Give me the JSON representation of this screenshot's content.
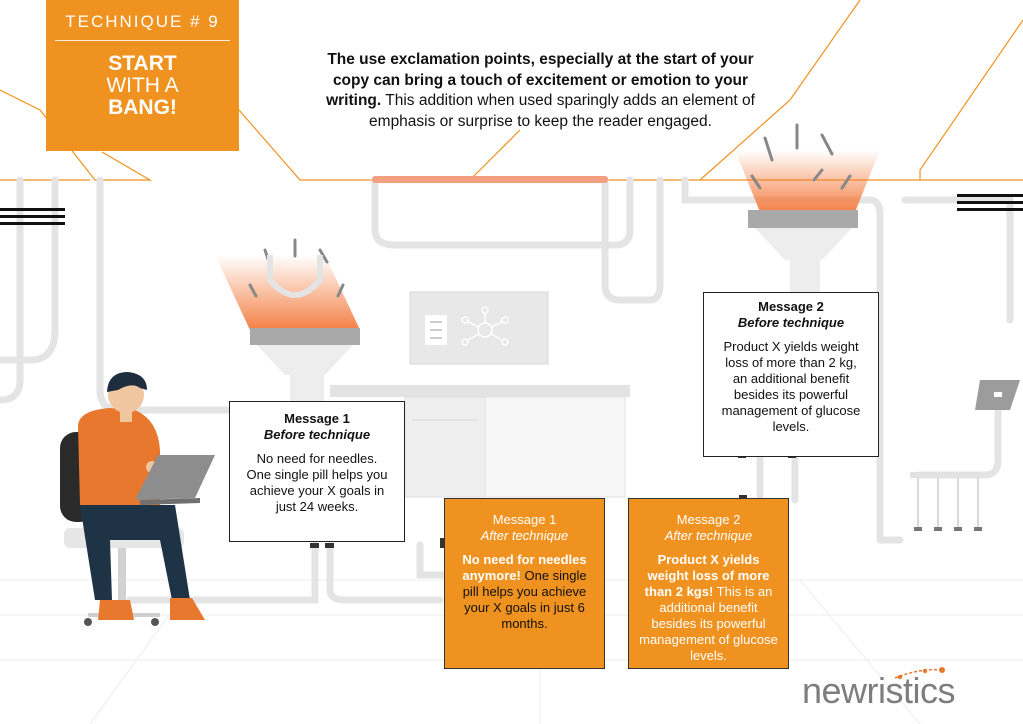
{
  "badge": {
    "technique": "TECHNIQUE # 9",
    "line1": "START",
    "line2": "WITH A",
    "line3": "BANG!"
  },
  "intro": {
    "bold": "The use exclamation points, especially at the start of your copy can bring a touch of excitement or emotion to your writing.",
    "rest": " This addition when used sparingly adds an element of emphasis or surprise to keep the reader engaged."
  },
  "message1_before": {
    "title": "Message 1",
    "subtitle": "Before technique",
    "body": "No need for needles. One single pill helps you achieve your X goals in just 24 weeks."
  },
  "message1_after": {
    "title": "Message 1",
    "subtitle": "After technique",
    "body_bold": "No need for needles anymore!",
    "body_rest": " One single pill helps you achieve your X goals in just 6 months."
  },
  "message2_before": {
    "title": "Message 2",
    "subtitle": "Before technique",
    "body": "Product X yields weight loss of more than 2 kg, an additional benefit besides its powerful management of glucose levels."
  },
  "message2_after": {
    "title": "Message 2",
    "subtitle": "After technique",
    "body_bold": "Product X yields weight loss of more than 2 kgs!",
    "body_rest": " This is an additional benefit besides its powerful management of glucose levels."
  },
  "logo": {
    "text": "newristics"
  },
  "colors": {
    "accent": "#f0921f",
    "pipe": "#e3e3e3",
    "glow": "#f47a3c"
  },
  "icons": [
    "exclamation-icon",
    "funnel-icon",
    "monitor-icon",
    "person-with-laptop-icon",
    "chair-icon",
    "hub-icon"
  ]
}
